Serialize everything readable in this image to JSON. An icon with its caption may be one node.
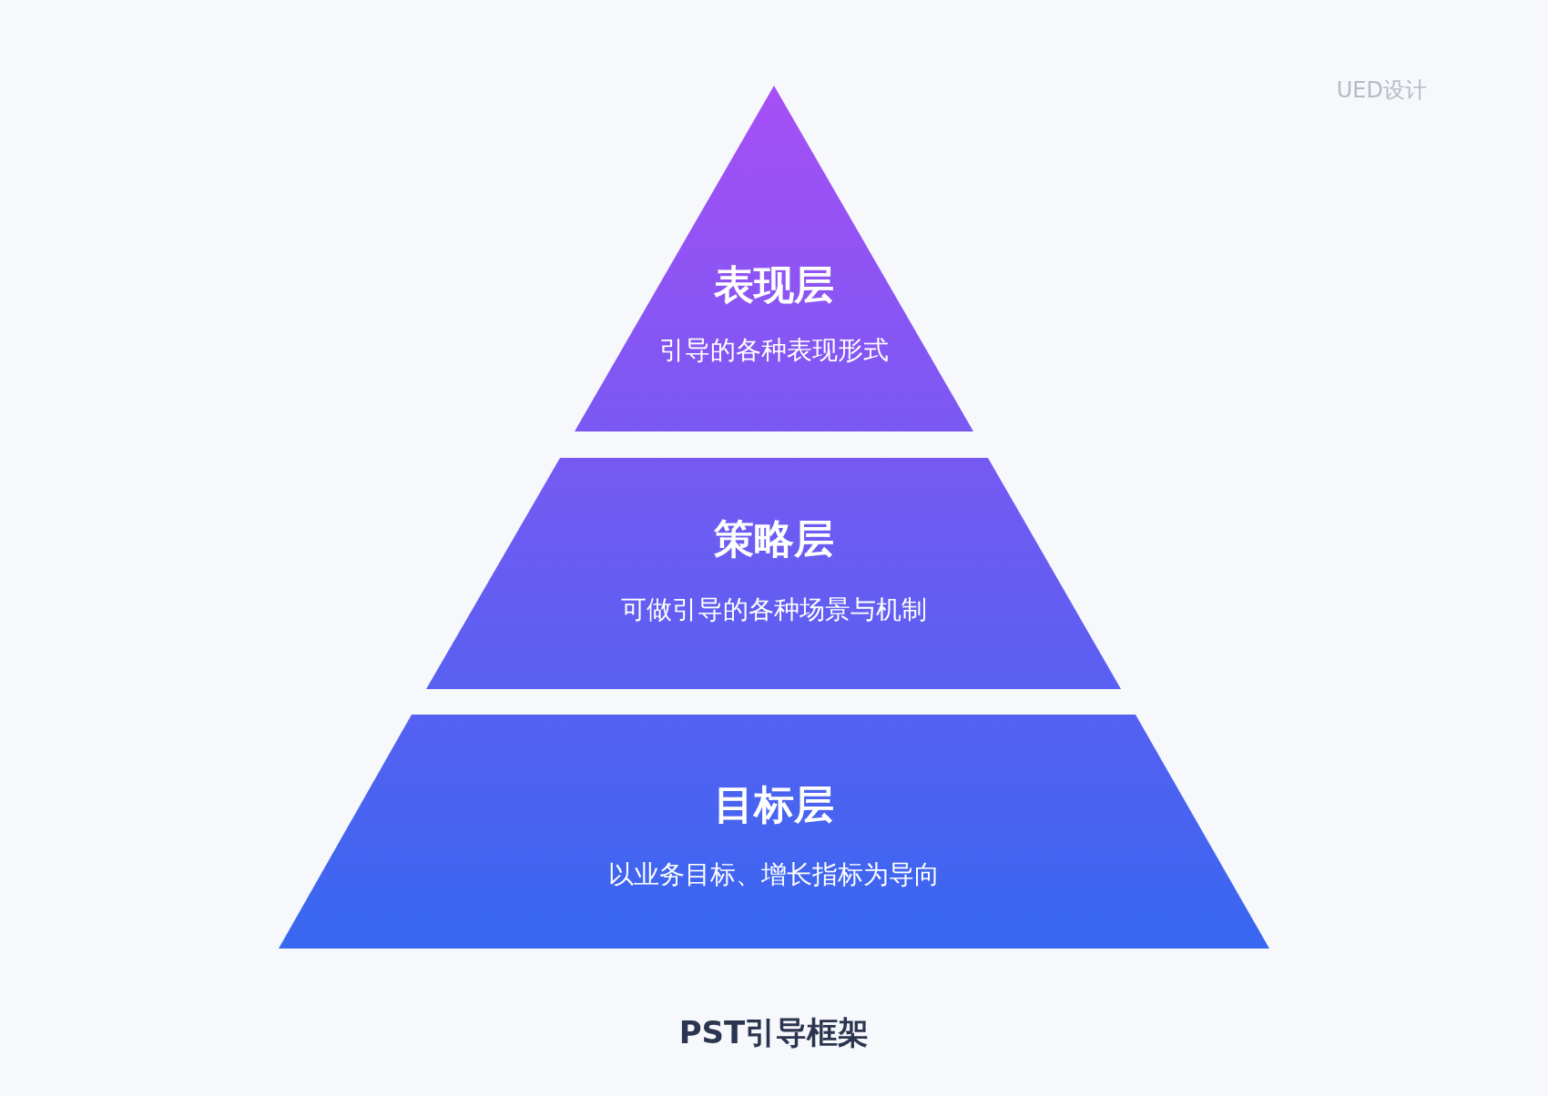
{
  "diagram": {
    "caption": "PST引导框架",
    "nodes": [
      {
        "text": [
          "表现层",
          "引导的各种表现形式"
        ]
      },
      {
        "text": [
          "策略层",
          "可做引导的各种场景与机制"
        ]
      },
      {
        "text": [
          "目标层",
          "以业务目标、增长指标为导向"
        ]
      }
    ],
    "labels": [
      "UED设计"
    ]
  }
}
